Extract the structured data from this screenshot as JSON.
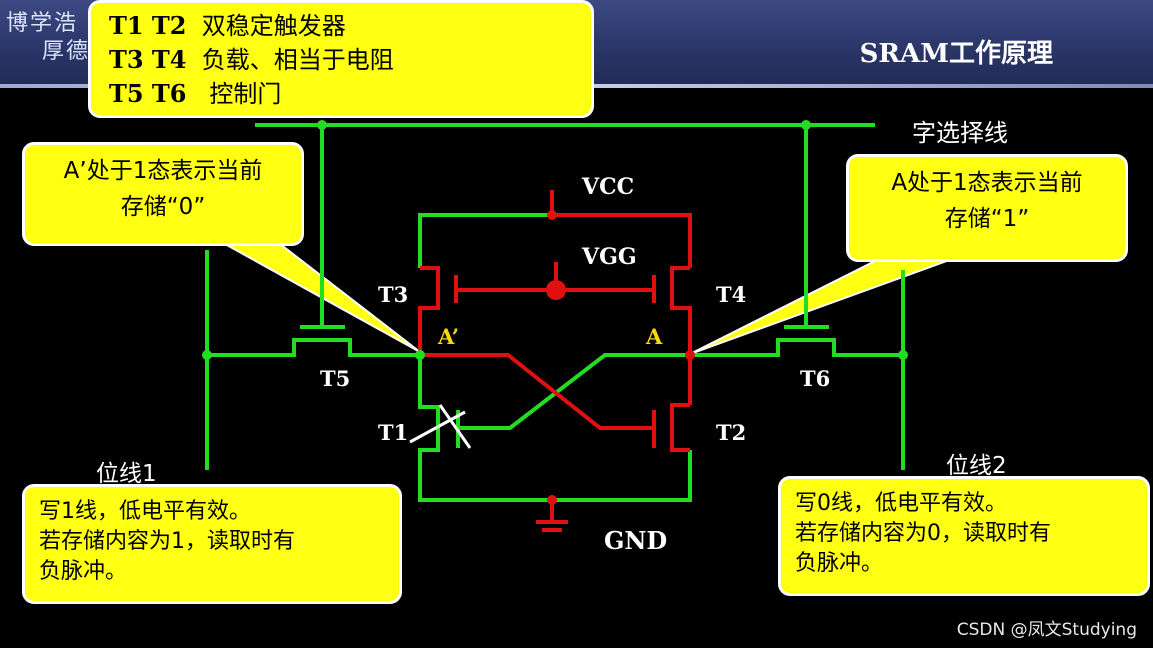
{
  "header": {
    "logo_line1": "博学浩",
    "logo_line2": "厚德",
    "title": "SRAM工作原理"
  },
  "legend": [
    {
      "pair": "T1  T2",
      "desc": "双稳定触发器"
    },
    {
      "pair": "T3  T4",
      "desc": "负载、相当于电阻"
    },
    {
      "pair": "T5  T6",
      "desc": " 控制门"
    }
  ],
  "callouts": {
    "left": {
      "line1": "A’处于1态表示当前",
      "line2": "存储“0”"
    },
    "right": {
      "line1": "A处于1态表示当前",
      "line2": "存储“1”"
    }
  },
  "notes": {
    "left": {
      "line1": "写1线，低电平有效。",
      "line2": "若存储内容为1，读取时有",
      "line3": "负脉冲。"
    },
    "right": {
      "line1": "写0线，低电平有效。",
      "line2": "若存储内容为0，读取时有",
      "line3": "负脉冲。"
    }
  },
  "labels": {
    "word_line": "字选择线",
    "bit_line1": "位线1",
    "bit_line2": "位线2",
    "vcc": "VCC",
    "vgg": "VGG",
    "gnd": "GND",
    "t1": "T1",
    "t2": "T2",
    "t3": "T3",
    "t4": "T4",
    "t5": "T5",
    "t6": "T6",
    "node_a_prime": "A’",
    "node_a": "A"
  },
  "colors": {
    "wire_green": "#22dd22",
    "wire_red": "#e01010",
    "callout_yellow": "#ffff11"
  },
  "watermark": "CSDN @凤文Studying"
}
